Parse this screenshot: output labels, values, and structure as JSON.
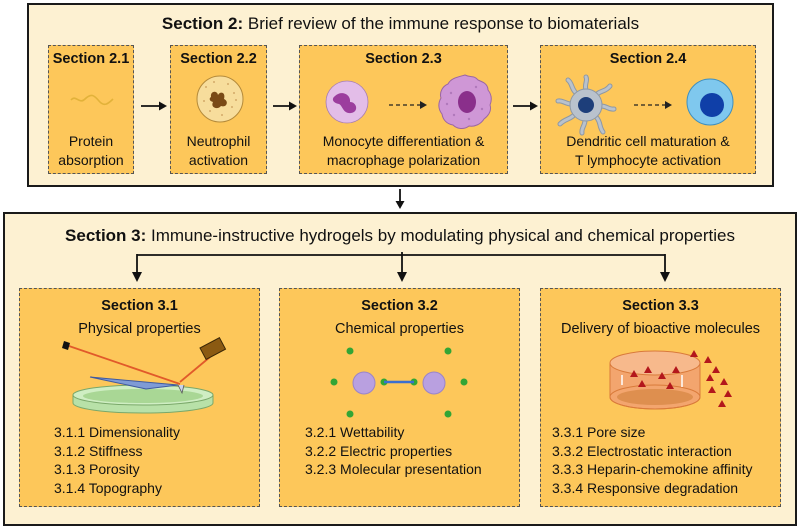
{
  "section2": {
    "label": "Section 2:",
    "title": "Brief review of the immune response to biomaterials",
    "boxes": [
      {
        "label": "Section 2.1",
        "caption_lines": [
          "Protein",
          "absorption"
        ],
        "icon": "protein-strand-icon"
      },
      {
        "label": "Section 2.2",
        "caption_lines": [
          "Neutrophil",
          "activation"
        ],
        "icon": "neutrophil-icon"
      },
      {
        "label": "Section 2.3",
        "caption_lines": [
          "Monocyte differentiation &",
          "macrophage polarization"
        ],
        "icon": "monocyte-to-macrophage-icon"
      },
      {
        "label": "Section 2.4",
        "caption_lines": [
          "Dendritic cell maturation &",
          "T lymphocyte activation"
        ],
        "icon": "dendritic-to-t-cell-icon"
      }
    ]
  },
  "section3": {
    "label": "Section 3:",
    "title": "Immune-instructive hydrogels by modulating physical and chemical properties",
    "boxes": [
      {
        "label": "Section 3.1",
        "subtitle": "Physical properties",
        "icon": "petri-dish-probe-icon",
        "items": [
          "3.1.1 Dimensionality",
          "3.1.2 Stiffness",
          "3.1.3 Porosity",
          "3.1.4 Topography"
        ]
      },
      {
        "label": "Section 3.2",
        "subtitle": "Chemical properties",
        "icon": "molecules-icon",
        "items": [
          "3.2.1 Wettability",
          "3.2.2 Electric properties",
          "3.2.3 Molecular presentation"
        ]
      },
      {
        "label": "Section 3.3",
        "subtitle": "Delivery of bioactive molecules",
        "icon": "hydrogel-release-icon",
        "items": [
          "3.3.1 Pore size",
          "3.3.2 Electrostatic interaction",
          "3.3.3 Heparin-chemokine affinity",
          "3.3.4 Responsive degradation"
        ]
      }
    ]
  },
  "colors": {
    "outer_fill": "#fdf1d2",
    "box_fill": "#fdc75a",
    "neutrophil": "#f7dd9c",
    "monocyte": "#ddb4e4",
    "macrophage": "#cf97d6",
    "dendritic": "#b9c2cd",
    "t_cell": "#7fc8ee",
    "molecule": "#b9a0e0",
    "dot": "#33a535"
  }
}
